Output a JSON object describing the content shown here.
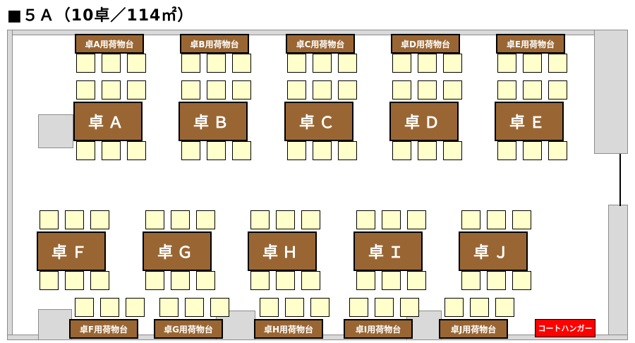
{
  "title": "■５Ａ（10卓／114㎡）",
  "tables_top": [
    "卓Ａ",
    "卓Ｂ",
    "卓Ｃ",
    "卓Ｄ",
    "卓Ｅ"
  ],
  "tables_bottom": [
    "卓Ｆ",
    "卓Ｇ",
    "卓Ｈ",
    "卓Ｉ",
    "卓Ｊ"
  ],
  "racks_top": [
    "卓A用荷物台",
    "卓B用荷物台",
    "卓C用荷物台",
    "卓D用荷物台",
    "卓E用荷物台"
  ],
  "racks_bottom": [
    "卓F用荷物台",
    "卓G用荷物台",
    "卓H用荷物台",
    "卓I用荷物台",
    "卓J用荷物台"
  ],
  "coat_hanger": "コートハンガー",
  "colors": {
    "table": "#996633",
    "chair": "#ffffcc",
    "wall": "#d9d9d9",
    "coat_hanger": "#ff0000"
  }
}
